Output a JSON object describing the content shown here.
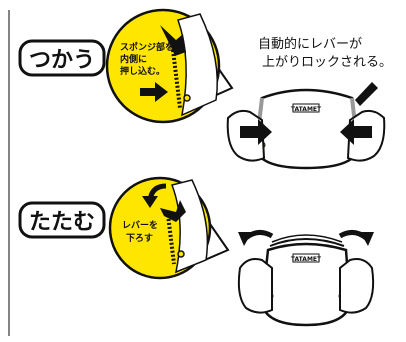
{
  "top_step": {
    "label": "つかう",
    "callout_lines": [
      "スポンジ部を",
      "内側に",
      "押し込む。"
    ],
    "note_lines": [
      "自動的にレバーが",
      "上がりロックされる。"
    ]
  },
  "bottom_step": {
    "label": "たたむ",
    "callout_lines": [
      "レバーを",
      "下ろす"
    ]
  },
  "product": {
    "logo_text": "TATAMET"
  },
  "colors": {
    "accent_yellow": "#ffe600",
    "line": "#1a1a1a",
    "device_shade": "#e6e6e6"
  }
}
